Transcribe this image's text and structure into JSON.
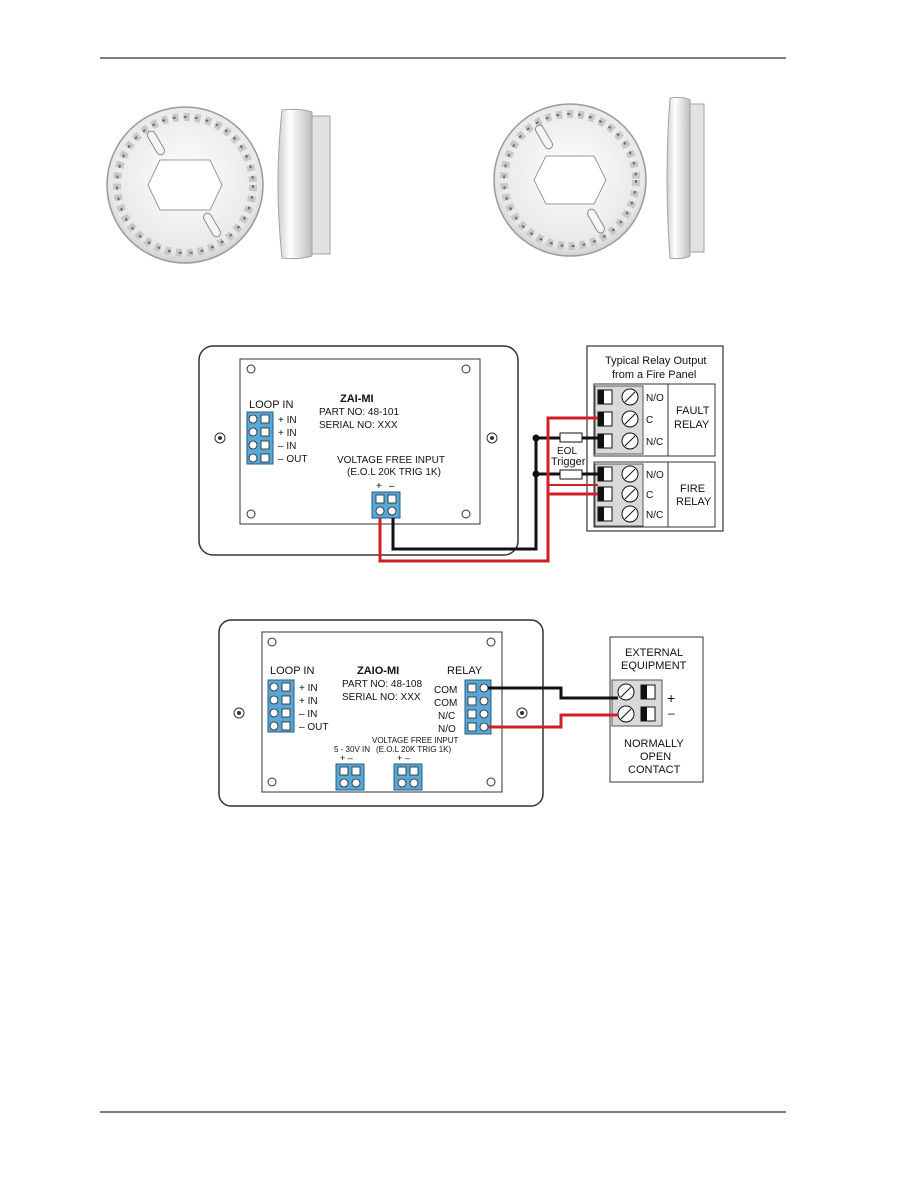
{
  "zai": {
    "model": "ZAI-MI",
    "part": "PART NO: 48-101",
    "serial": "SERIAL NO: XXX",
    "loop_title": "LOOP IN",
    "loop": [
      "+ IN",
      "+ IN",
      "– IN",
      "– OUT"
    ],
    "vfi1": "VOLTAGE FREE INPUT",
    "vfi2": "(E.O.L 20K TRIG 1K)",
    "plus": "+",
    "minus": "–"
  },
  "panel": {
    "title1": "Typical Relay Output",
    "title2": "from a Fire Panel",
    "fault_contacts": [
      "N/O",
      "C",
      "N/C"
    ],
    "fire_contacts": [
      "N/O",
      "C",
      "N/C"
    ],
    "fault1": "FAULT",
    "fault2": "RELAY",
    "fire1": "FIRE",
    "fire2": "RELAY",
    "eol": "EOL",
    "trigger": "Trigger"
  },
  "zaio": {
    "model": "ZAIO-MI",
    "part": "PART NO: 48-108",
    "serial": "SERIAL NO: XXX",
    "loop_title": "LOOP IN",
    "loop": [
      "+ IN",
      "+ IN",
      "– IN",
      "– OUT"
    ],
    "relay_title": "RELAY",
    "relay": [
      "COM",
      "COM",
      "N/C",
      "N/O"
    ],
    "pwr": "5 - 30V IN",
    "vfi1": "VOLTAGE FREE INPUT",
    "vfi2": "(E.O.L 20K TRIG 1K)",
    "pm": "+   –"
  },
  "ext": {
    "t1": "EXTERNAL",
    "t2": "EQUIPMENT",
    "plus": "+",
    "minus": "–",
    "n1": "NORMALLY",
    "n2": "OPEN",
    "n3": "CONTACT"
  }
}
